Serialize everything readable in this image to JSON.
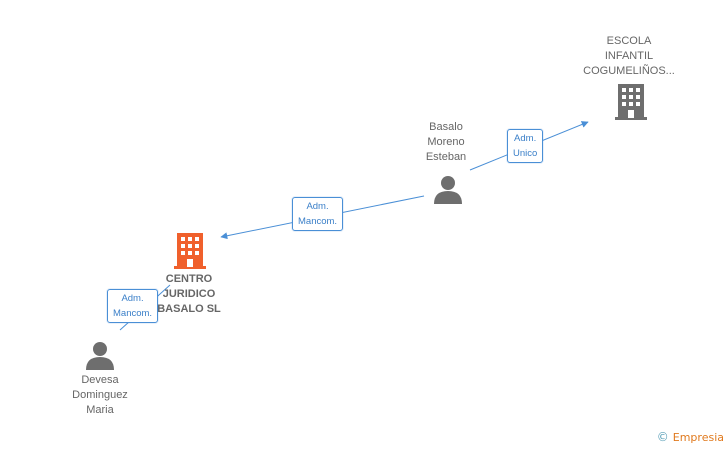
{
  "nodes": {
    "escola": {
      "lines": [
        "ESCOLA",
        "INFANTIL",
        "COGUMELIÑOS..."
      ]
    },
    "basalo": {
      "lines": [
        "Basalo",
        "Moreno",
        "Esteban"
      ]
    },
    "centro": {
      "lines": [
        "CENTRO",
        "JURIDICO",
        "BASALO SL"
      ]
    },
    "devesa": {
      "lines": [
        "Devesa",
        "Dominguez",
        "Maria"
      ]
    }
  },
  "edges": {
    "adm_unico": {
      "lines": [
        "Adm.",
        "Unico"
      ]
    },
    "adm_mancom_1": {
      "lines": [
        "Adm.",
        "Mancom."
      ]
    },
    "adm_mancom_2": {
      "lines": [
        "Adm.",
        "Mancom."
      ]
    }
  },
  "brand": {
    "copyright": "©",
    "name": "Empresia"
  },
  "colors": {
    "edge": "#4a8fd6",
    "person_icon": "#6e6e6e",
    "company_icon": "#6e6e6e",
    "highlight_company": "#f0602c",
    "label": "#666666"
  }
}
